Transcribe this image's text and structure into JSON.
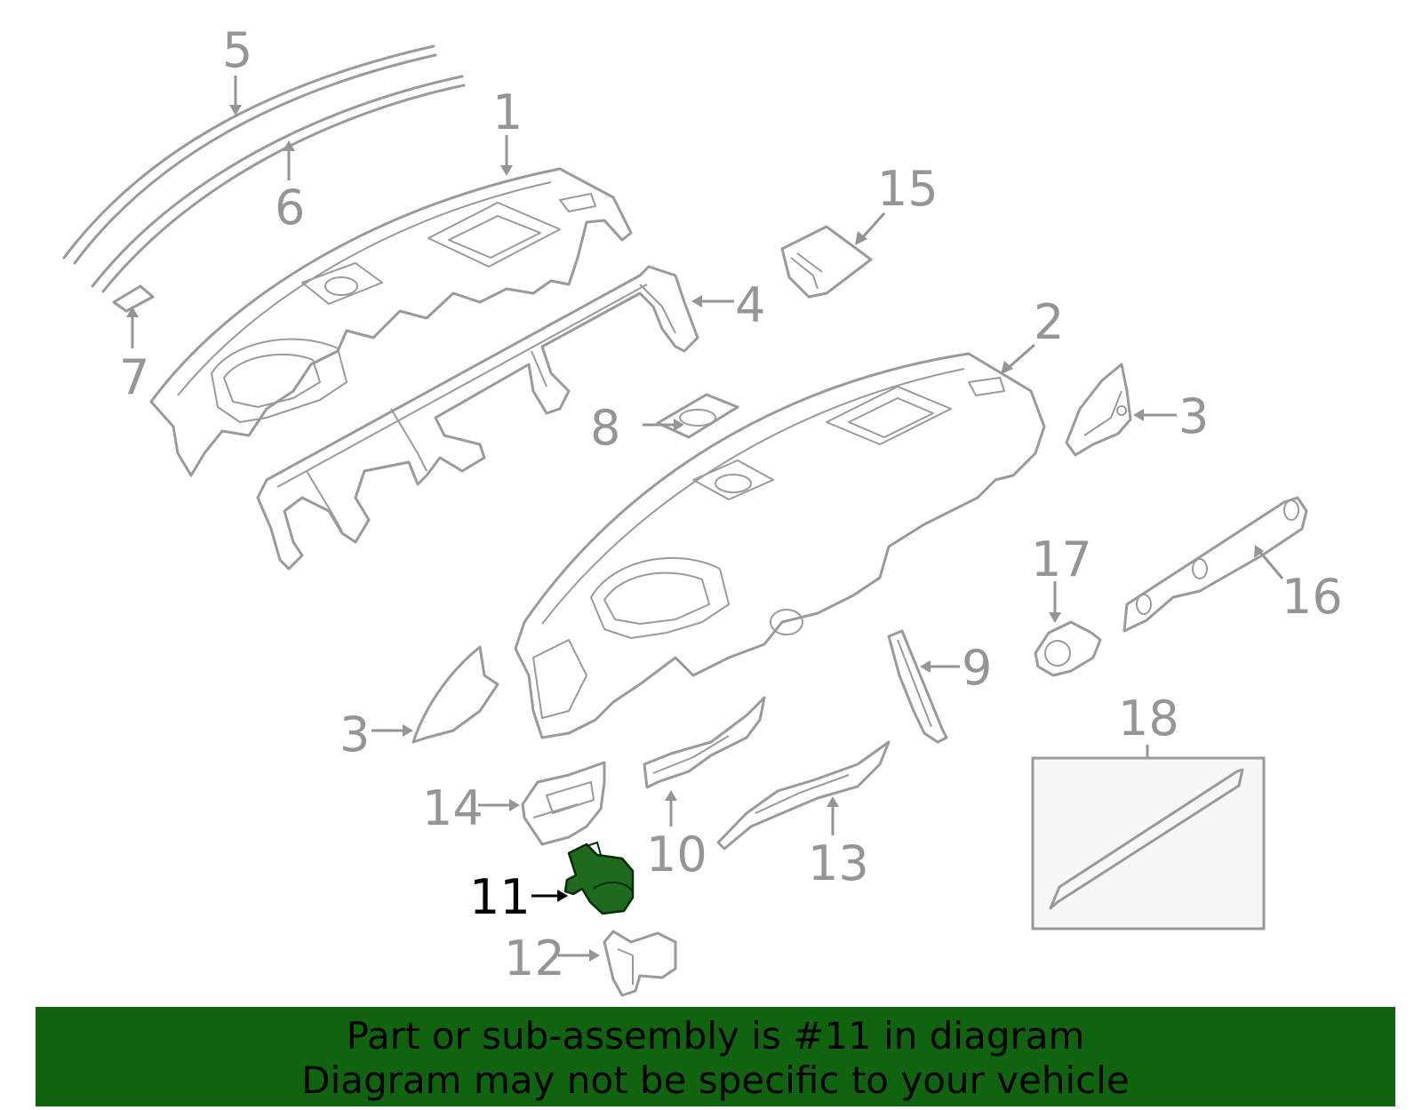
{
  "labels": [
    {
      "id": "5",
      "text": "5",
      "highlight": false
    },
    {
      "id": "6",
      "text": "6",
      "highlight": false
    },
    {
      "id": "1",
      "text": "1",
      "highlight": false
    },
    {
      "id": "7",
      "text": "7",
      "highlight": false
    },
    {
      "id": "15",
      "text": "15",
      "highlight": false
    },
    {
      "id": "4",
      "text": "4",
      "highlight": false
    },
    {
      "id": "2",
      "text": "2",
      "highlight": false
    },
    {
      "id": "8",
      "text": "8",
      "highlight": false
    },
    {
      "id": "3a",
      "text": "3",
      "highlight": false
    },
    {
      "id": "17",
      "text": "17",
      "highlight": false
    },
    {
      "id": "16",
      "text": "16",
      "highlight": false
    },
    {
      "id": "9",
      "text": "9",
      "highlight": false
    },
    {
      "id": "3b",
      "text": "3",
      "highlight": false
    },
    {
      "id": "18",
      "text": "18",
      "highlight": false
    },
    {
      "id": "14",
      "text": "14",
      "highlight": false
    },
    {
      "id": "10",
      "text": "10",
      "highlight": false
    },
    {
      "id": "13",
      "text": "13",
      "highlight": false
    },
    {
      "id": "11",
      "text": "11",
      "highlight": true
    },
    {
      "id": "12",
      "text": "12",
      "highlight": false
    }
  ],
  "colors": {
    "line": "#9a9a9a",
    "highlight_part": "#1e6b1e",
    "banner": "#106410",
    "inset_fill": "#f7f7f7"
  },
  "banner": {
    "line1": "Part or sub-assembly is #11 in diagram",
    "line2": "Diagram may not be specific to your vehicle"
  }
}
